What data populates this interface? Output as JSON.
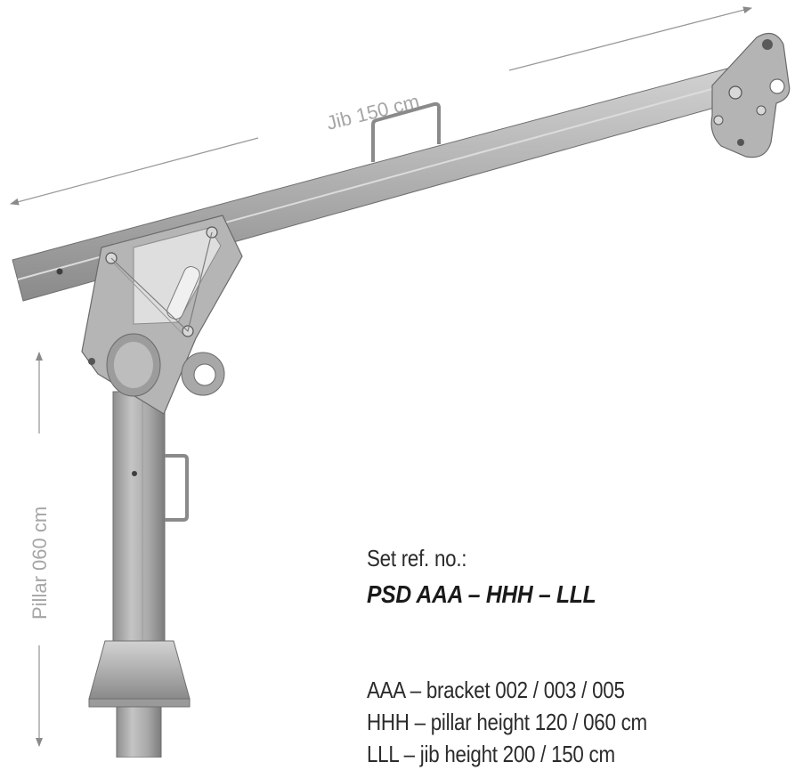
{
  "dimensions": {
    "jib_label": "Jib 150 cm",
    "pillar_label": "Pillar 060 cm"
  },
  "set_reference": {
    "label": "Set ref. no.:",
    "code": "PSD AAA – HHH – LLL"
  },
  "legend": [
    "AAA – bracket 002 / 003 / 005",
    "HHH – pillar height 120 / 060 cm",
    "LLL – jib height 200 / 150 cm"
  ],
  "colors": {
    "steel_light": "#c9c9c9",
    "steel_mid": "#a9a9a9",
    "steel_dark": "#7a7a7a",
    "dimension_line": "#9a9a9a",
    "text": "#2b2b2b"
  }
}
